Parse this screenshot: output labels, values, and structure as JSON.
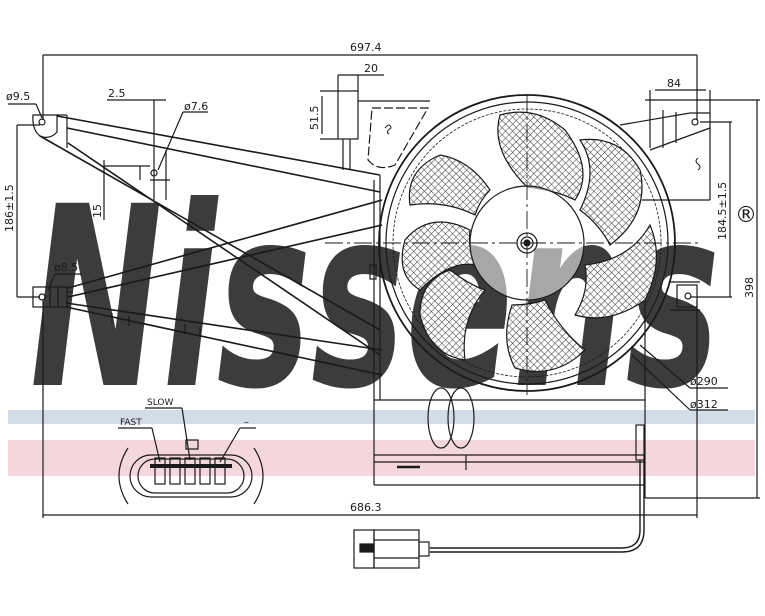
{
  "drawing": {
    "title": "Radiator cooling fan assembly — technical drawing",
    "watermark": {
      "brand": "Nissens",
      "registered_mark": "®",
      "band_colors": {
        "blue": "#d3dde8",
        "red": "#f3d7dc",
        "logo": "#c9d6e4"
      }
    },
    "dimensions": {
      "overall_top_width": "697.4",
      "overall_bottom_width": "686.3",
      "overall_height": "398",
      "left_hole_spacing": "186±1.5",
      "right_hole_spacing": "184.5±1.5",
      "tab_width": "20",
      "tab_height": "51.5",
      "right_bracket_width": "84",
      "offset_small": "2.5",
      "offset_vertical": "15"
    },
    "hole_diameters": {
      "top_left": "ø9.5",
      "inner_left": "ø7.6",
      "lower_left": "ø8.5"
    },
    "fan_diameters": {
      "blade": "ø290",
      "shroud": "ø312"
    },
    "connector_pins": {
      "fast": "FAST",
      "slow": "SLOW",
      "negative": "–"
    },
    "line_color": "#1a1a1a"
  }
}
